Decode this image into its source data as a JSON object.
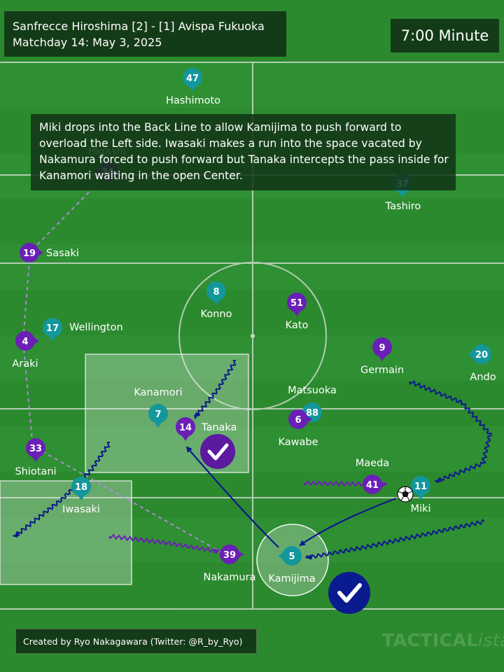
{
  "match": {
    "title": "Sanfrecce Hiroshima [2] - [1] Avispa Fukuoka",
    "subtitle": "Matchday 14: May 3, 2025"
  },
  "minute": "7:00 Minute",
  "caption": "Miki drops into the Back Line to allow Kamijima to push forward to overload the Left side. Iwasaki makes a run into the space vacated by Nakamura forced to push forward but Tanaka intercepts the pass inside for Kanamori waiting in the open Center.",
  "credit": "Created by Ryo Nakagawara (Twitter: @R_by_Ryo)",
  "brand": {
    "main": "TACTICAL",
    "tail": "ista"
  },
  "colors": {
    "pitch": "#2c8a2e",
    "pitch_stripe": "#33953a",
    "line": "#c9d8c9",
    "teal_team": "#14979b",
    "purple_team": "#6a1fb6",
    "arrow_navy": "#0b1a8c",
    "path_lavender": "#b98ae8",
    "highlight_zone": "#e8f0e8",
    "check_purple": "#5b1aa0",
    "check_navy": "#0a1a8f"
  },
  "players": [
    {
      "num": "47",
      "name": "Hashimoto",
      "team": "teal"
    },
    {
      "num": "24",
      "name": "Higashi",
      "team": "purple"
    },
    {
      "num": "37",
      "name": "Tashiro",
      "team": "teal"
    },
    {
      "num": "19",
      "name": "Sasaki",
      "team": "purple"
    },
    {
      "num": "8",
      "name": "Konno",
      "team": "teal"
    },
    {
      "num": "51",
      "name": "Kato",
      "team": "purple"
    },
    {
      "num": "17",
      "name": "Wellington",
      "team": "teal"
    },
    {
      "num": "4",
      "name": "Araki",
      "team": "purple"
    },
    {
      "num": "9",
      "name": "Germain",
      "team": "purple"
    },
    {
      "num": "20",
      "name": "Ando",
      "team": "teal"
    },
    {
      "num": "7",
      "name": "Kanamori",
      "team": "teal"
    },
    {
      "num": "14",
      "name": "Tanaka",
      "team": "purple"
    },
    {
      "num": "88",
      "name": "Matsuoka",
      "team": "teal"
    },
    {
      "num": "6",
      "name": "Kawabe",
      "team": "purple"
    },
    {
      "num": "33",
      "name": "Shiotani",
      "team": "purple"
    },
    {
      "num": "41",
      "name": "Maeda",
      "team": "purple"
    },
    {
      "num": "11",
      "name": "Miki",
      "team": "teal"
    },
    {
      "num": "18",
      "name": "Iwasaki",
      "team": "teal"
    },
    {
      "num": "39",
      "name": "Nakamura",
      "team": "purple"
    },
    {
      "num": "5",
      "name": "Kamijima",
      "team": "teal"
    }
  ],
  "icons": {
    "ball": "soccer-ball-icon",
    "check_tanaka": "check-icon",
    "check_kamijima": "check-icon"
  }
}
